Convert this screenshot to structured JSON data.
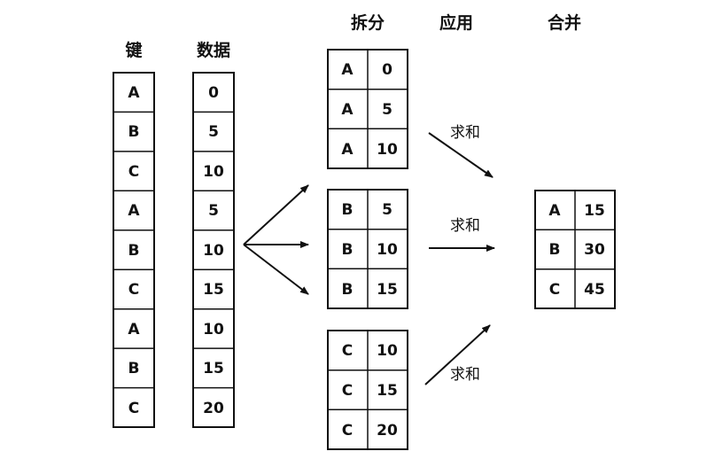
{
  "headers": {
    "key": "键",
    "data": "数据",
    "split": "拆分",
    "apply": "应用",
    "combine": "合并"
  },
  "input": {
    "keys": [
      "A",
      "B",
      "C",
      "A",
      "B",
      "C",
      "A",
      "B",
      "C"
    ],
    "data": [
      "0",
      "5",
      "10",
      "5",
      "10",
      "15",
      "10",
      "15",
      "20"
    ]
  },
  "groups": [
    {
      "rows": [
        [
          "A",
          "0"
        ],
        [
          "A",
          "5"
        ],
        [
          "A",
          "10"
        ]
      ]
    },
    {
      "rows": [
        [
          "B",
          "5"
        ],
        [
          "B",
          "10"
        ],
        [
          "B",
          "15"
        ]
      ]
    },
    {
      "rows": [
        [
          "C",
          "10"
        ],
        [
          "C",
          "15"
        ],
        [
          "C",
          "20"
        ]
      ]
    }
  ],
  "operations": [
    "求和",
    "求和",
    "求和"
  ],
  "result": [
    [
      "A",
      "15"
    ],
    [
      "B",
      "30"
    ],
    [
      "C",
      "45"
    ]
  ]
}
